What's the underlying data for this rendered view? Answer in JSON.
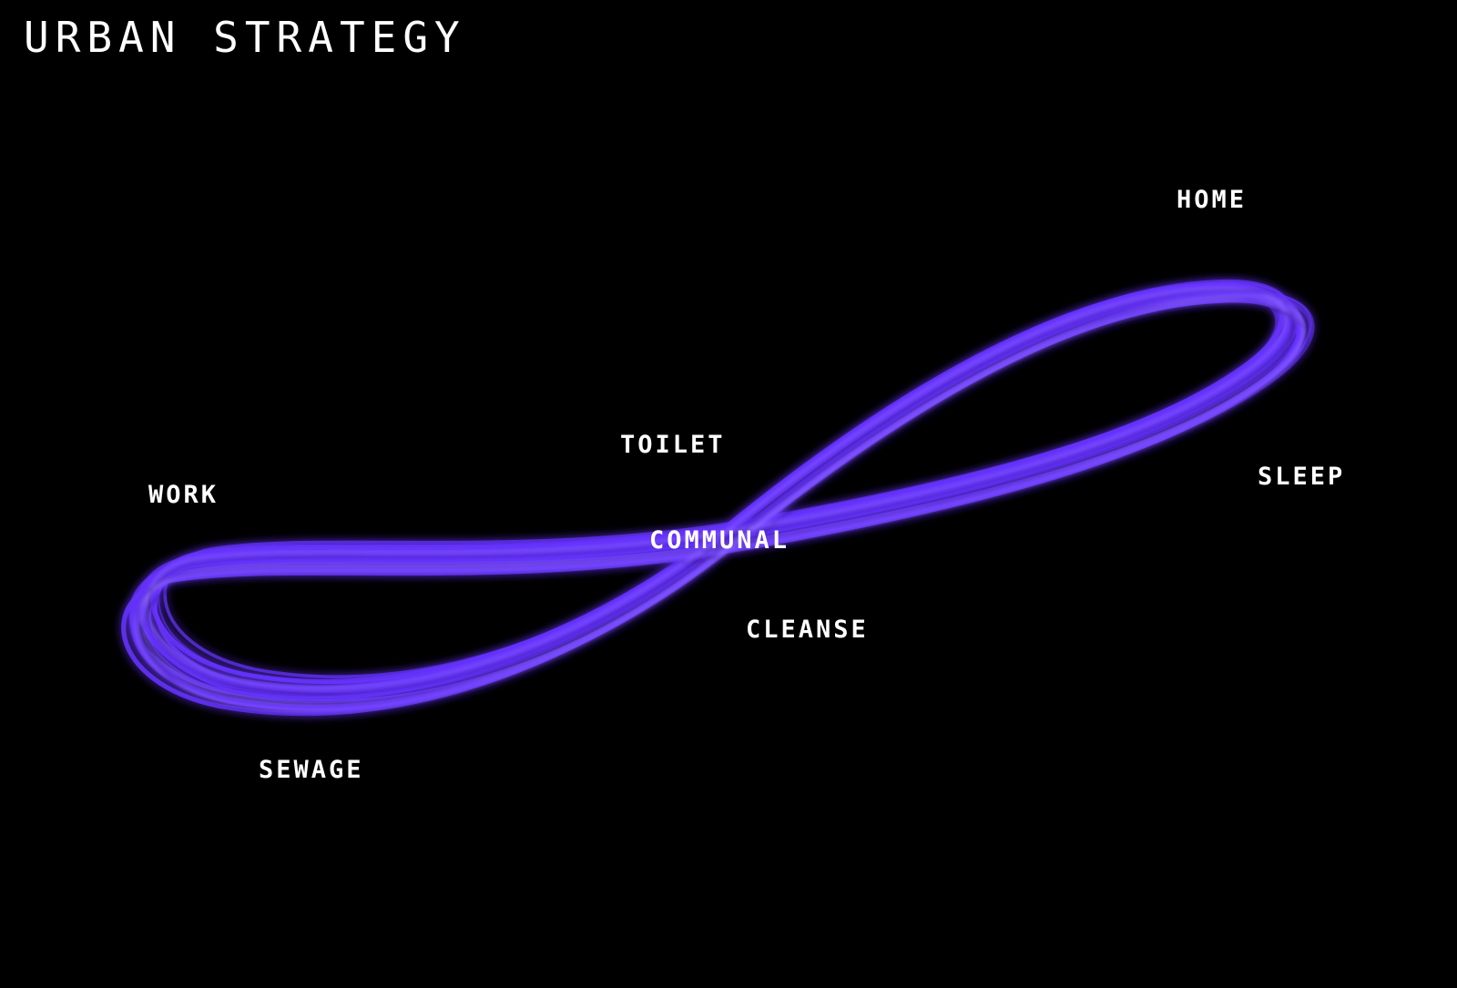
{
  "title": "URBAN STRATEGY",
  "loop_color": "#6633ff",
  "background": "#000000",
  "labels": {
    "home": "HOME",
    "toilet": "TOILET",
    "sleep": "SLEEP",
    "work": "WORK",
    "communal": "COMMUNAL",
    "cleanse": "CLEANSE",
    "sewage": "SEWAGE"
  }
}
